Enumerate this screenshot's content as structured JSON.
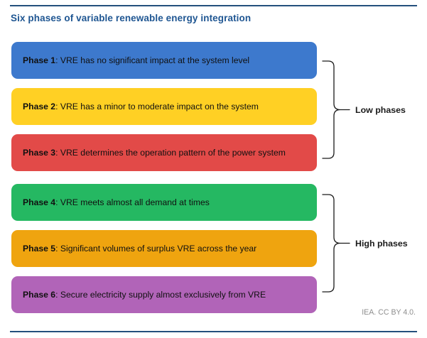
{
  "figure": {
    "title": "Six phases of variable renewable energy integration",
    "attribution": "IEA. CC BY 4.0.",
    "title_color": "#1f5692",
    "rule_color": "#24507c"
  },
  "phases": [
    {
      "label": "Phase 1",
      "separator": ": ",
      "description": "VRE has no significant impact at the system level",
      "color": "#3d79cd"
    },
    {
      "label": "Phase 2",
      "separator": ": ",
      "description": "VRE has a minor to moderate impact on the system",
      "color": "#ffd024"
    },
    {
      "label": "Phase 3",
      "separator": ": ",
      "description": "VRE determines the operation pattern of the power system",
      "color": "#e24a48"
    },
    {
      "label": "Phase 4",
      "separator": ": ",
      "description": "VRE meets almost all demand at times",
      "color": "#25b862"
    },
    {
      "label": "Phase 5",
      "separator": ": ",
      "description": "Significant volumes of surplus VRE across the year",
      "color": "#efa40f"
    },
    {
      "label": "Phase 6",
      "separator": ": ",
      "description": "Secure electricity supply almost exclusively from VRE",
      "color": "#b164b8"
    }
  ],
  "groups": [
    {
      "label": "Low phases",
      "phases": "1-3"
    },
    {
      "label": "High phases",
      "phases": "4-6"
    }
  ]
}
